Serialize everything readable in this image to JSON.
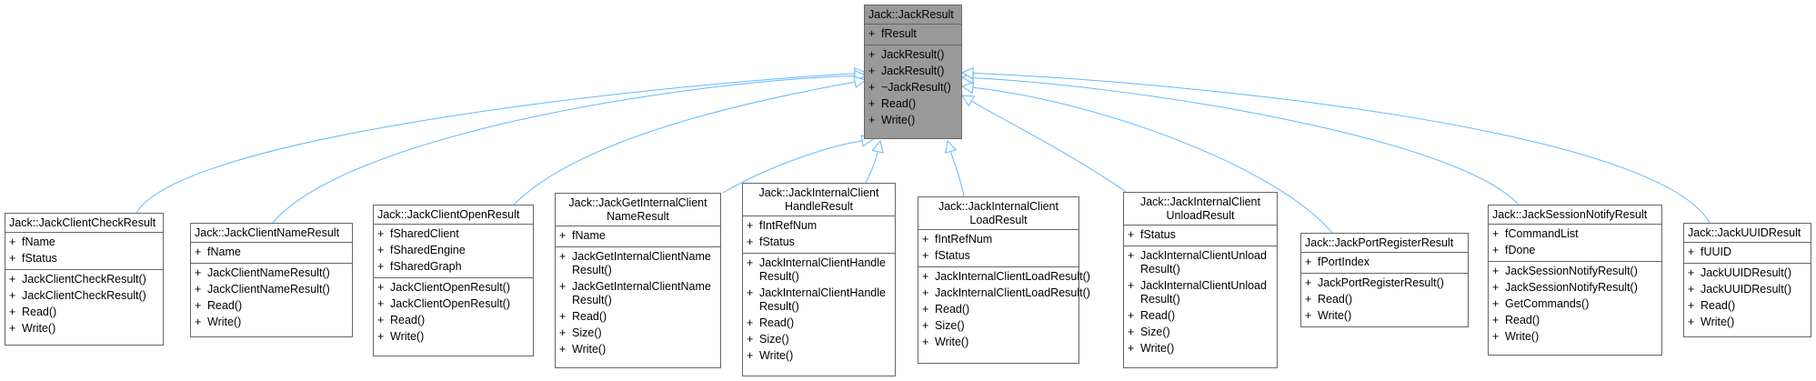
{
  "diagram": {
    "base_class": {
      "name": "Jack::JackResult",
      "attributes": [
        {
          "vis": "+",
          "name": "fResult"
        }
      ],
      "methods": [
        {
          "vis": "+",
          "name": "JackResult()"
        },
        {
          "vis": "+",
          "name": "JackResult()"
        },
        {
          "vis": "+",
          "name": "~JackResult()"
        },
        {
          "vis": "+",
          "name": "Read()"
        },
        {
          "vis": "+",
          "name": "Write()"
        }
      ]
    },
    "derived_classes": [
      {
        "name": "Jack::JackClientCheckResult",
        "attributes": [
          {
            "vis": "+",
            "name": "fName"
          },
          {
            "vis": "+",
            "name": "fStatus"
          }
        ],
        "methods": [
          {
            "vis": "+",
            "name": "JackClientCheckResult()"
          },
          {
            "vis": "+",
            "name": "JackClientCheckResult()"
          },
          {
            "vis": "+",
            "name": "Read()"
          },
          {
            "vis": "+",
            "name": "Write()"
          }
        ]
      },
      {
        "name": "Jack::JackClientNameResult",
        "attributes": [
          {
            "vis": "+",
            "name": "fName"
          }
        ],
        "methods": [
          {
            "vis": "+",
            "name": "JackClientNameResult()"
          },
          {
            "vis": "+",
            "name": "JackClientNameResult()"
          },
          {
            "vis": "+",
            "name": "Read()"
          },
          {
            "vis": "+",
            "name": "Write()"
          }
        ]
      },
      {
        "name": "Jack::JackClientOpenResult",
        "attributes": [
          {
            "vis": "+",
            "name": "fSharedClient"
          },
          {
            "vis": "+",
            "name": "fSharedEngine"
          },
          {
            "vis": "+",
            "name": "fSharedGraph"
          }
        ],
        "methods": [
          {
            "vis": "+",
            "name": "JackClientOpenResult()"
          },
          {
            "vis": "+",
            "name": "JackClientOpenResult()"
          },
          {
            "vis": "+",
            "name": "Read()"
          },
          {
            "vis": "+",
            "name": "Write()"
          }
        ]
      },
      {
        "name": "Jack::JackGetInternalClient\nNameResult",
        "attributes": [
          {
            "vis": "+",
            "name": "fName"
          }
        ],
        "methods": [
          {
            "vis": "+",
            "name": "JackGetInternalClientName\nResult()"
          },
          {
            "vis": "+",
            "name": "JackGetInternalClientName\nResult()"
          },
          {
            "vis": "+",
            "name": "Read()"
          },
          {
            "vis": "+",
            "name": "Size()"
          },
          {
            "vis": "+",
            "name": "Write()"
          }
        ]
      },
      {
        "name": "Jack::JackInternalClient\nHandleResult",
        "attributes": [
          {
            "vis": "+",
            "name": "fIntRefNum"
          },
          {
            "vis": "+",
            "name": "fStatus"
          }
        ],
        "methods": [
          {
            "vis": "+",
            "name": "JackInternalClientHandle\nResult()"
          },
          {
            "vis": "+",
            "name": "JackInternalClientHandle\nResult()"
          },
          {
            "vis": "+",
            "name": "Read()"
          },
          {
            "vis": "+",
            "name": "Size()"
          },
          {
            "vis": "+",
            "name": "Write()"
          }
        ]
      },
      {
        "name": "Jack::JackInternalClient\nLoadResult",
        "attributes": [
          {
            "vis": "+",
            "name": "fIntRefNum"
          },
          {
            "vis": "+",
            "name": "fStatus"
          }
        ],
        "methods": [
          {
            "vis": "+",
            "name": "JackInternalClientLoadResult()"
          },
          {
            "vis": "+",
            "name": "JackInternalClientLoadResult()"
          },
          {
            "vis": "+",
            "name": "Read()"
          },
          {
            "vis": "+",
            "name": "Size()"
          },
          {
            "vis": "+",
            "name": "Write()"
          }
        ]
      },
      {
        "name": "Jack::JackInternalClient\nUnloadResult",
        "attributes": [
          {
            "vis": "+",
            "name": "fStatus"
          }
        ],
        "methods": [
          {
            "vis": "+",
            "name": "JackInternalClientUnload\nResult()"
          },
          {
            "vis": "+",
            "name": "JackInternalClientUnload\nResult()"
          },
          {
            "vis": "+",
            "name": "Read()"
          },
          {
            "vis": "+",
            "name": "Size()"
          },
          {
            "vis": "+",
            "name": "Write()"
          }
        ]
      },
      {
        "name": "Jack::JackPortRegisterResult",
        "attributes": [
          {
            "vis": "+",
            "name": "fPortIndex"
          }
        ],
        "methods": [
          {
            "vis": "+",
            "name": "JackPortRegisterResult()"
          },
          {
            "vis": "+",
            "name": "Read()"
          },
          {
            "vis": "+",
            "name": "Write()"
          }
        ]
      },
      {
        "name": "Jack::JackSessionNotifyResult",
        "attributes": [
          {
            "vis": "+",
            "name": "fCommandList"
          },
          {
            "vis": "+",
            "name": "fDone"
          }
        ],
        "methods": [
          {
            "vis": "+",
            "name": "JackSessionNotifyResult()"
          },
          {
            "vis": "+",
            "name": "JackSessionNotifyResult()"
          },
          {
            "vis": "+",
            "name": "GetCommands()"
          },
          {
            "vis": "+",
            "name": "Read()"
          },
          {
            "vis": "+",
            "name": "Write()"
          }
        ]
      },
      {
        "name": "Jack::JackUUIDResult",
        "attributes": [
          {
            "vis": "+",
            "name": "fUUID"
          }
        ],
        "methods": [
          {
            "vis": "+",
            "name": "JackUUIDResult()"
          },
          {
            "vis": "+",
            "name": "JackUUIDResult()"
          },
          {
            "vis": "+",
            "name": "Read()"
          },
          {
            "vis": "+",
            "name": "Write()"
          }
        ]
      }
    ],
    "colors": {
      "base_fill": "#999999",
      "box_border": "#666666",
      "edge": "#63b8ff"
    }
  }
}
